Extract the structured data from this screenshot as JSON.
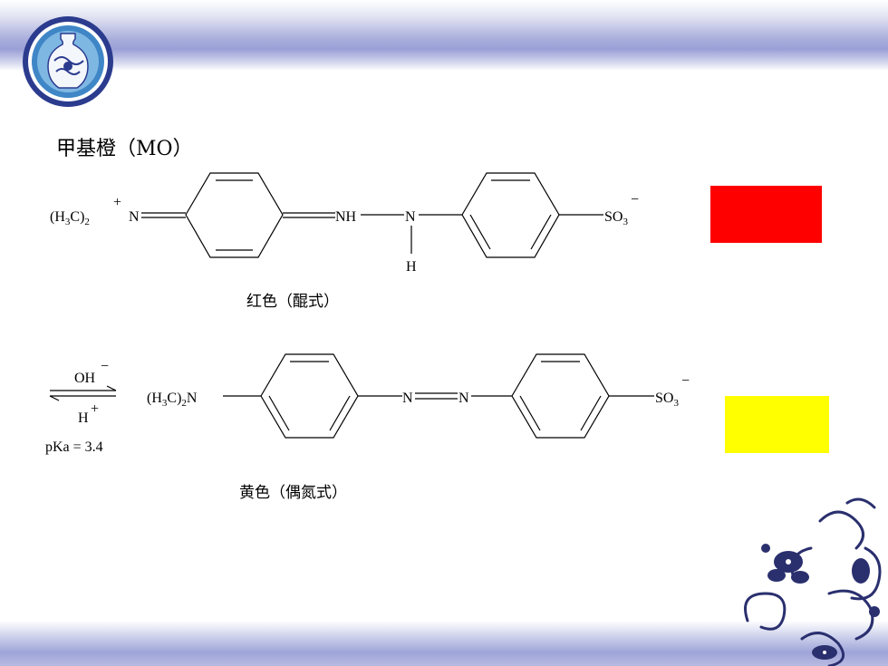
{
  "title": "甲基橙（MO）",
  "quinoid": {
    "left_group_main": "(H",
    "left_group_sub": "3",
    "left_group_mid": "C)",
    "left_group_sub2": "2",
    "left_charge": "+",
    "left_atom": "N",
    "nh_label": "NH",
    "n_label": "N",
    "h_label": "H",
    "so3_main": "SO",
    "so3_sub": "3",
    "so3_charge": "−",
    "caption": "红色（醌式）",
    "color_swatch": "#ff0000"
  },
  "azo": {
    "left_group_main": "(H",
    "left_group_sub": "3",
    "left_group_mid": "C)",
    "left_group_sub2": "2",
    "left_atom": "N",
    "n1_label": "N",
    "n2_label": "N",
    "so3_main": "SO",
    "so3_sub": "3",
    "so3_charge": "−",
    "caption": "黄色（偶氮式）",
    "color_swatch": "#ffff00"
  },
  "equilibrium": {
    "top_reagent": "OH",
    "top_charge": "−",
    "bottom_reagent": "H",
    "bottom_charge": "+",
    "pka": "pKa = 3.4"
  }
}
